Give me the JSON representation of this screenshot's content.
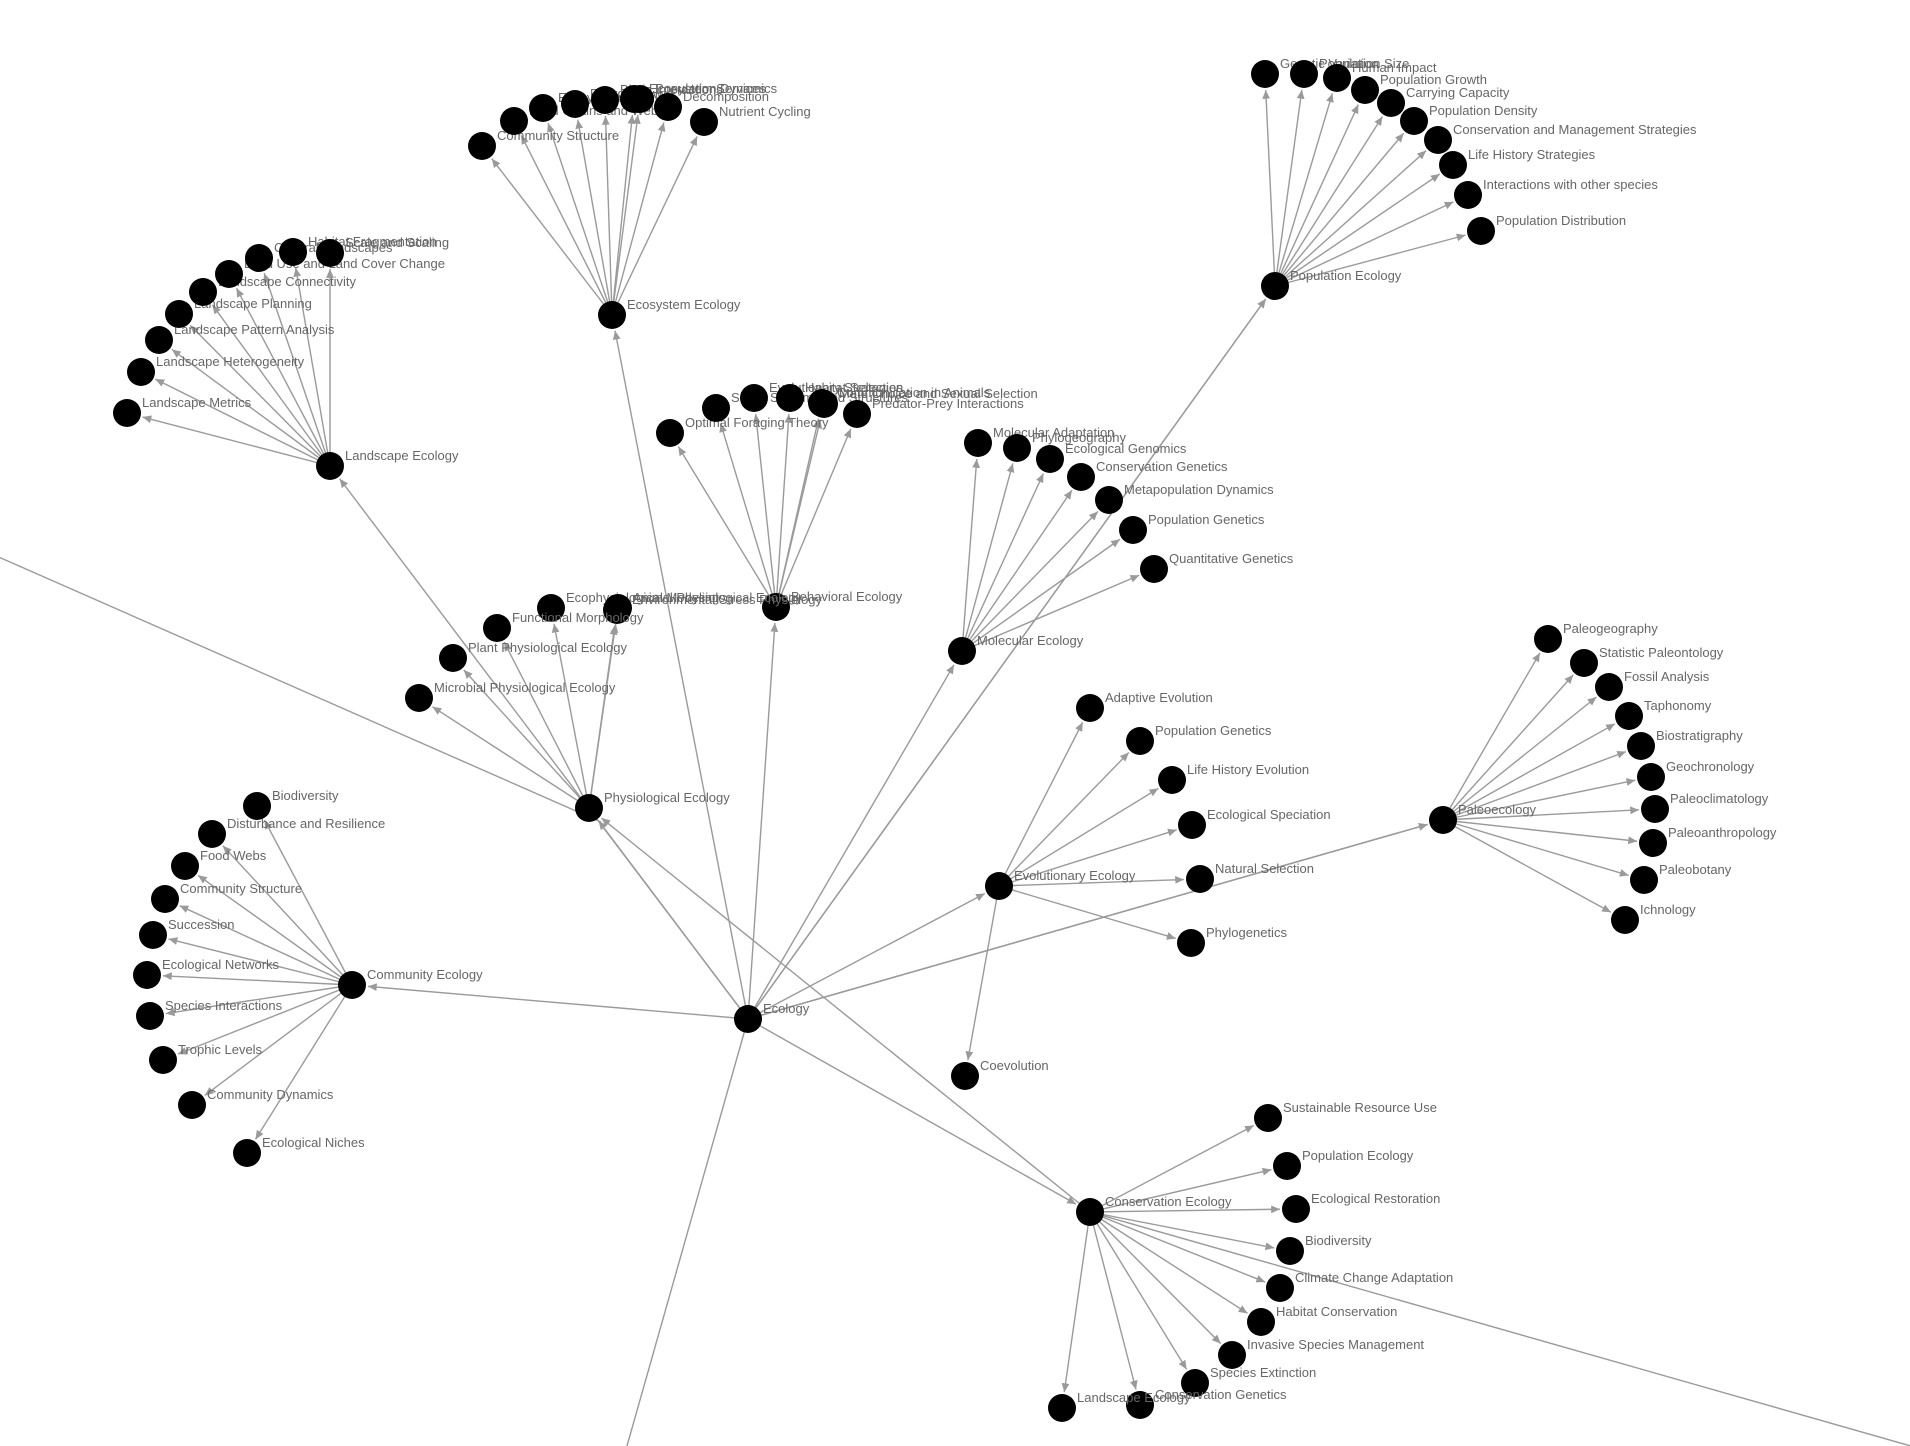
{
  "diagram": {
    "root": "Ecology",
    "colors": {
      "node": "#000000",
      "edge": "#9a9a9a",
      "label": "#666666",
      "background": "#ffffff"
    },
    "groups": [
      {
        "id": "n1",
        "label": "Ecosystem Ecology",
        "children": [
          "Community Structure",
          "Food Chains and Webs",
          "Ecosystem Stability",
          "Energy Flow",
          "Biotic Interactions",
          "Ecosystem Services",
          "Population Dynamics",
          "Decomposition",
          "Nutrient Cycling"
        ]
      },
      {
        "id": "n2",
        "label": "Population Ecology",
        "children": [
          "Genetic Variation",
          "Population Size",
          "Human Impact",
          "Population Growth",
          "Carrying Capacity",
          "Population Density",
          "Conservation and Management Strategies",
          "Life History Strategies",
          "Interactions with other species",
          "Population Distribution"
        ]
      },
      {
        "id": "n3",
        "label": "Landscape Ecology",
        "children": [
          "Landscape Metrics",
          "Landscape Heterogeneity",
          "Landscape Pattern Analysis",
          "Landscape Planning",
          "Landscape Connectivity",
          "Land Use and Land Cover Change",
          "Cultural Landscapes",
          "Habitat Fragmentation",
          "Scale and Scaling"
        ]
      },
      {
        "id": "n4",
        "label": "Behavioral Ecology",
        "children": [
          "Optimal Foraging Theory",
          "Social Systems and Structures",
          "Evolutionary Strategies",
          "Habitat Selection",
          "Communication in Animals",
          "Mate Choice and Sexual Selection",
          "Predator-Prey Interactions"
        ]
      },
      {
        "id": "n5",
        "label": "Molecular Ecology",
        "children": [
          "Molecular Adaptation",
          "Phylogeography",
          "Ecological Genomics",
          "Conservation Genetics",
          "Metapopulation Dynamics",
          "Population Genetics",
          "Quantitative Genetics"
        ]
      },
      {
        "id": "n6",
        "label": "Physiological Ecology",
        "children": [
          "Ecophysiological Modeling",
          "Animal Physiological Ecology",
          "Environmental Stress Physiology",
          "Functional Morphology",
          "Plant Physiological Ecology",
          "Microbial Physiological Ecology"
        ]
      },
      {
        "id": "n7",
        "label": "Paleoecology",
        "children": [
          "Paleogeography",
          "Statistic Paleontology",
          "Fossil Analysis",
          "Taphonomy",
          "Biostratigraphy",
          "Geochronology",
          "Paleoclimatology",
          "Paleoanthropology",
          "Paleobotany",
          "Ichnology"
        ]
      },
      {
        "id": "n8",
        "label": "Evolutionary Ecology",
        "children": [
          "Adaptive Evolution",
          "Population Genetics",
          "Life History Evolution",
          "Ecological Speciation",
          "Natural Selection",
          "Phylogenetics",
          "Coevolution"
        ]
      },
      {
        "id": "n9",
        "label": "Community Ecology",
        "children": [
          "Biodiversity",
          "Disturbance and Resilience",
          "Food Webs",
          "Community Structure",
          "Succession",
          "Ecological Networks",
          "Species Interactions",
          "Trophic Levels",
          "Community Dynamics",
          "Ecological Niches"
        ]
      },
      {
        "id": "n10",
        "label": "Conservation Ecology",
        "children": [
          "Sustainable Resource Use",
          "Population Ecology",
          "Ecological Restoration",
          "Biodiversity",
          "Climate Change Adaptation",
          "Habitat Conservation",
          "Invasive Species Management",
          "Species Extinction",
          "Conservation Genetics",
          "Landscape Ecology"
        ]
      }
    ]
  }
}
